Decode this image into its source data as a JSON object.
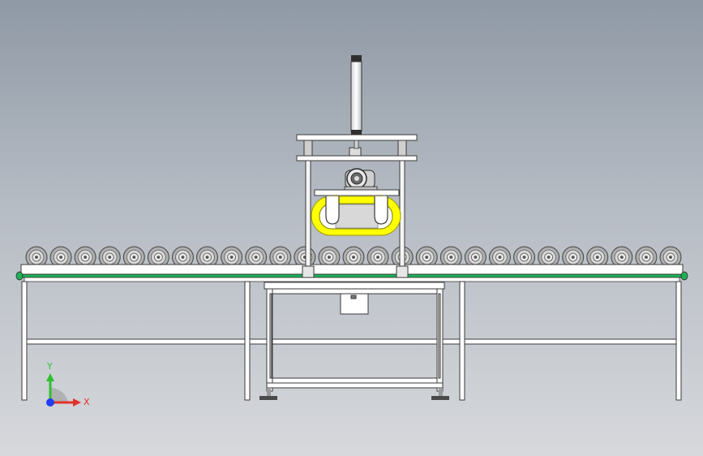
{
  "view": {
    "background_top": "#8f99a5",
    "background_bottom": "#d6d8dc"
  },
  "triad": {
    "x_label": "X",
    "y_label": "Y",
    "x_color": "#e0322a",
    "y_color": "#2fbf2f",
    "z_color": "#1f3ff0"
  },
  "model": {
    "roller_count": 27,
    "highlight_color": "#ffff00",
    "belt_color": "#1fb05a",
    "frame_color": "#ffffff"
  }
}
